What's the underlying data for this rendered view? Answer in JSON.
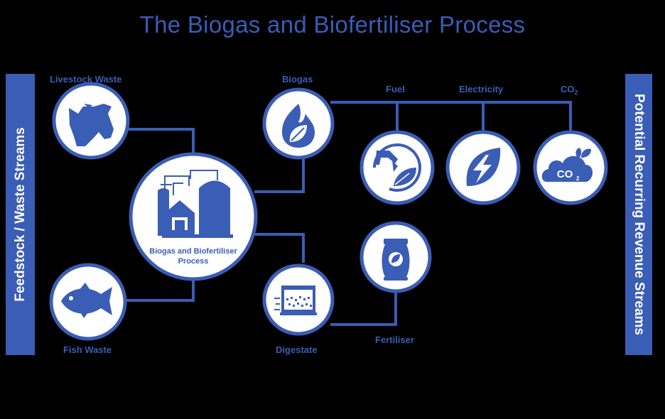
{
  "title": "The Biogas and Biofertiliser Process",
  "left_bar": "Feedstock / Waste Streams",
  "right_bar": "Potential Recurring Revenue Streams",
  "center_label_line1": "Biogas and Biofertiliser",
  "center_label_line2": "Process",
  "nodes": {
    "livestock": "Livestock Waste",
    "fish": "Fish Waste",
    "biogas": "Biogas",
    "digestate": "Digestate",
    "fuel": "Fuel",
    "electricity": "Electricity",
    "co2": "CO",
    "co2_sub": "2",
    "fertiliser": "Fertiliser",
    "co2_icon_text": "CO",
    "co2_icon_sub": "2"
  },
  "colors": {
    "accent": "#3a5db5",
    "background": "#000000"
  },
  "icons": [
    "cow-icon",
    "fish-icon",
    "flame-leaf-icon",
    "plant-icon",
    "fuel-nozzle-icon",
    "lightning-leaf-icon",
    "cloud-co2-icon",
    "digester-tank-icon",
    "fertiliser-bag-icon"
  ]
}
